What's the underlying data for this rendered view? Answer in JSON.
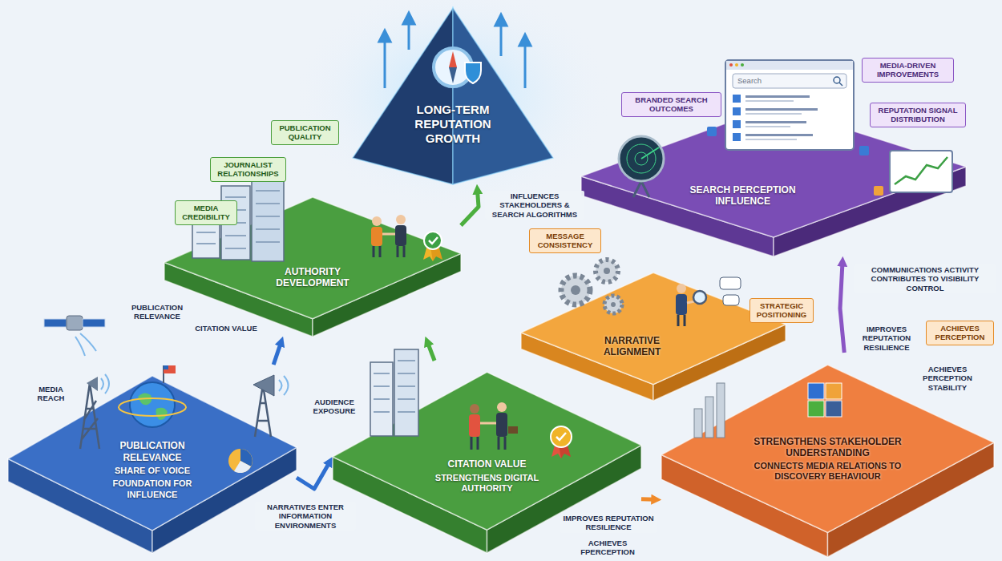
{
  "diagram": {
    "nodes": [
      {
        "text": [
          "PUBLICATION QUALITY"
        ]
      },
      {
        "text": [
          "JOURNALIST RELATIONSHIPS"
        ]
      },
      {
        "text": [
          "MEDIA CREDIBILITY"
        ]
      },
      {
        "text": [
          "LONG-TERM REPUTATION GROWTH"
        ]
      },
      {
        "text": [
          "BRANDED SEARCH OUTCOMES"
        ]
      },
      {
        "text": [
          "MEDIA-DRIVEN IMPROVEMENTS"
        ]
      },
      {
        "text": [
          "REPUTATION SIGNAL DISTRIBUTION"
        ]
      },
      {
        "text": [
          "AUTHORITY DEVELOPMENT"
        ]
      },
      {
        "text": [
          "SEARCH PERCEPTION INFLUENCE"
        ]
      },
      {
        "text": [
          "MESSAGE CONSISTENCY"
        ]
      },
      {
        "text": [
          "NARRATIVE ALIGNMENT"
        ]
      },
      {
        "text": [
          "STRATEGIC POSITIONING"
        ]
      },
      {
        "text": [
          "ACHIEVES PERCEPTION"
        ]
      },
      {
        "text": [
          "PUBLICATION RELEVANCE",
          "SHARE OF VOICE",
          "FOUNDATION FOR INFLUENCE"
        ]
      },
      {
        "text": [
          "CITATION VALUE",
          "STRENGTHENS DIGITAL AUTHORITY"
        ]
      },
      {
        "text": [
          "STRENGTHENS STAKEHOLDER UNDERSTANDING",
          "CONNECTS MEDIA RELATIONS TO DISCOVERY BEHAVIOUR"
        ]
      }
    ],
    "edges": [
      {
        "from": 13,
        "to": 7,
        "arrow": "to"
      },
      {
        "from": 13,
        "to": 14,
        "arrow": "to",
        "label": "NARRATIVES ENTER INFORMATION ENVIRONMENTS"
      },
      {
        "from": 14,
        "to": 7,
        "arrow": "to"
      },
      {
        "from": 7,
        "to": 3,
        "arrow": "to",
        "label": "INFLUENCES STAKEHOLDERS & SEARCH ALGORITHMS"
      },
      {
        "from": 14,
        "to": 15,
        "arrow": "to",
        "label": "IMPROVES REPUTATION RESILIENCE"
      },
      {
        "from": 15,
        "to": 8,
        "arrow": "to",
        "label": "COMMUNICATIONS ACTIVITY CONTRIBUTES TO VISIBILITY CONTROL"
      }
    ],
    "labels": [
      "MEDIA REACH",
      "PUBLICATION RELEVANCE",
      "AUDIENCE EXPOSURE",
      "CITATION VALUE",
      "IMPROVES REPUTATION RESILIENCE",
      "ACHIEVES PERCEPTION STABILITY",
      "ACHIEVES FPERCEPTION",
      "Search"
    ]
  }
}
